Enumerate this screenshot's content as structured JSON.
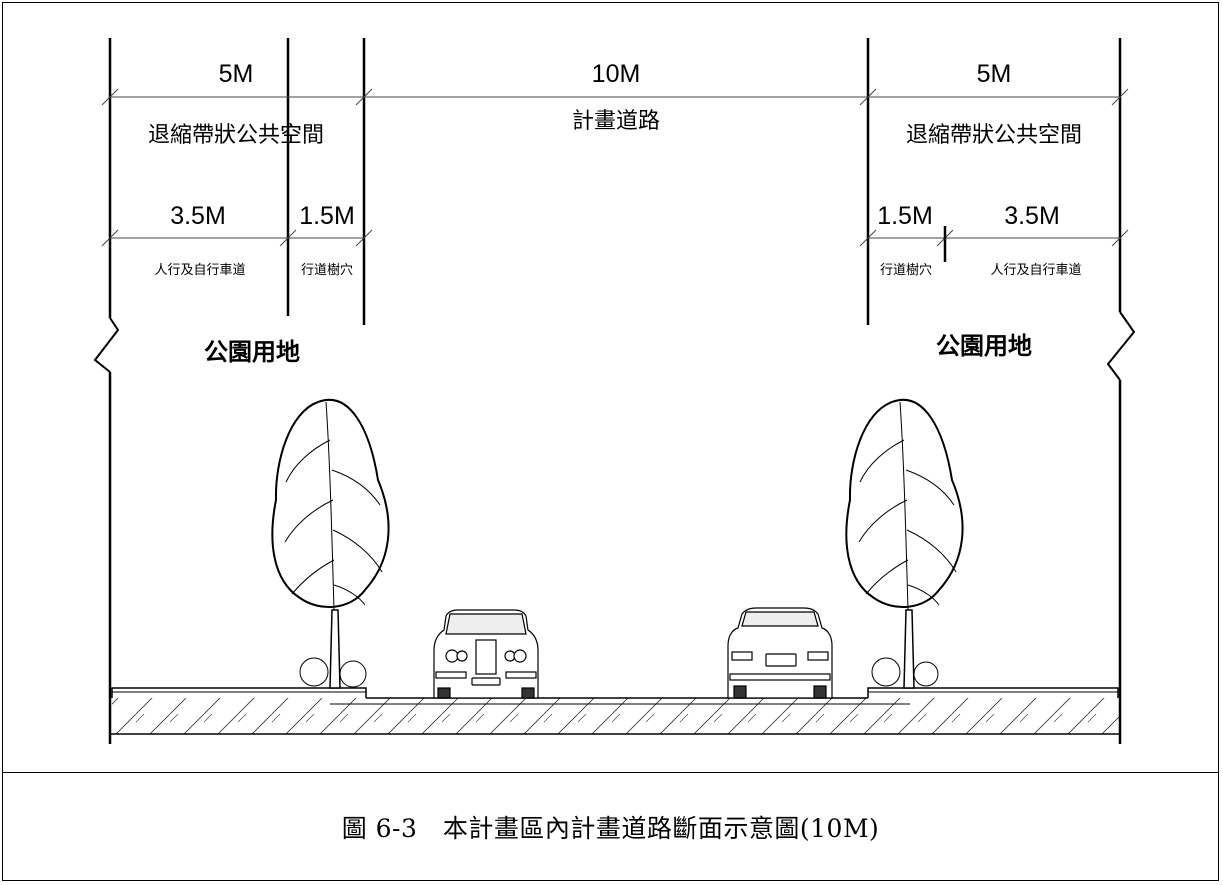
{
  "dimensions": {
    "left_total": "5M",
    "center_total": "10M",
    "right_total": "5M",
    "left_sub_walk": "3.5M",
    "left_sub_tree": "1.5M",
    "right_sub_tree": "1.5M",
    "right_sub_walk": "3.5M"
  },
  "labels": {
    "setback_left": "退縮帶狀公共空間",
    "road": "計畫道路",
    "setback_right": "退縮帶狀公共空間",
    "walkway_left": "人行及自行車道",
    "treepit_left": "行道樹穴",
    "treepit_right": "行道樹穴",
    "walkway_right": "人行及自行車道",
    "park_left": "公園用地",
    "park_right": "公園用地"
  },
  "caption": "圖 6-3　本計畫區內計畫道路斷面示意圖(10M)"
}
